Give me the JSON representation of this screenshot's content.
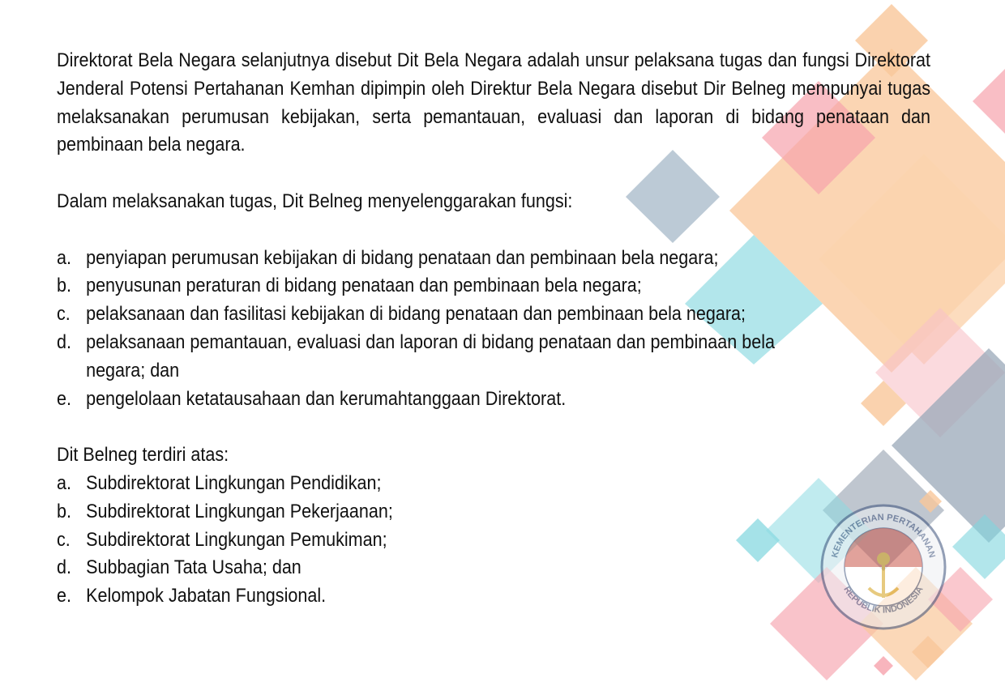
{
  "paragraphs": {
    "intro": "Direktorat Bela Negara selanjutnya disebut Dit Bela Negara adalah unsur pelaksana tugas dan fungsi Direktorat Jenderal Potensi Pertahanan Kemhan dipimpin oleh Direktur Bela Negara disebut Dir Belneg mempunyai tugas melaksanakan perumusan kebijakan, serta pemantauan, evaluasi dan laporan di bidang penataan dan pembinaan bela negara.",
    "functions_heading": "Dalam melaksanakan tugas, Dit Belneg menyelenggarakan fungsi:",
    "structure_heading": "Dit Belneg terdiri atas:"
  },
  "functions": [
    {
      "marker": "a.",
      "text": "penyiapan perumusan kebijakan di bidang penataan dan pembinaan bela negara;"
    },
    {
      "marker": "b.",
      "text": "penyusunan peraturan di bidang penataan dan pembinaan bela negara;"
    },
    {
      "marker": "c.",
      "text": "pelaksanaan dan fasilitasi kebijakan di bidang penataan dan pembinaan bela negara;"
    },
    {
      "marker": "d.",
      "text": "pelaksanaan pemantauan, evaluasi dan laporan di bidang penataan dan pembinaan bela negara; dan"
    },
    {
      "marker": "e.",
      "text": "pengelolaan ketatausahaan dan kerumahtanggaan Direktorat."
    }
  ],
  "structure": [
    {
      "marker": "a.",
      "text": "Subdirektorat Lingkungan Pendidikan;"
    },
    {
      "marker": "b.",
      "text": "Subdirektorat Lingkungan Pekerjaanan;"
    },
    {
      "marker": "c.",
      "text": "Subdirektorat Lingkungan Pemukiman;"
    },
    {
      "marker": "d.",
      "text": "Subbagian Tata Usaha; dan"
    },
    {
      "marker": "e.",
      "text": "Kelompok Jabatan Fungsional."
    }
  ],
  "seal": {
    "top_text": "KEMENTERIAN PERTAHANAN",
    "bottom_text": "REPUBLIK INDONESIA"
  },
  "colors": {
    "peach": "#f9c79a",
    "pink": "#f6a3ad",
    "slate": "#9aa8b8",
    "cyan": "#7fd6de",
    "seal_red": "#c0392b",
    "seal_blue": "#3a4f7a"
  }
}
